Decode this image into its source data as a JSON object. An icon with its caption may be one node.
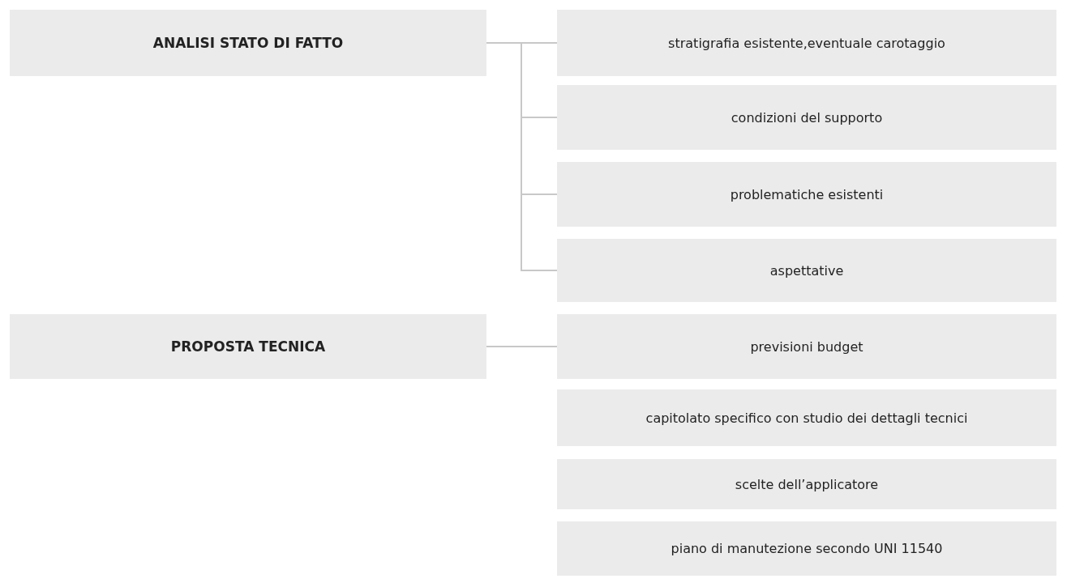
{
  "diagram": {
    "nodes": [
      {
        "text": [
          "ANALISI STATO DI FATTO"
        ]
      },
      {
        "text": [
          "stratigrafia esistente,eventuale carotaggio"
        ]
      },
      {
        "text": [
          "condizioni del supporto"
        ]
      },
      {
        "text": [
          "problematiche esistenti"
        ]
      },
      {
        "text": [
          "aspettative"
        ]
      },
      {
        "text": [
          "PROPOSTA TECNICA"
        ]
      },
      {
        "text": [
          "previsioni budget"
        ]
      },
      {
        "text": [
          "capitolato specifico con studio dei dettagli tecnici"
        ]
      },
      {
        "text": [
          "scelte dell’applicatore"
        ]
      },
      {
        "text": [
          "piano di manutezione secondo UNI 11540"
        ]
      }
    ],
    "edges": [
      {
        "from": 0,
        "to": 1,
        "arrow": "none"
      },
      {
        "from": 0,
        "to": 2,
        "arrow": "none"
      },
      {
        "from": 0,
        "to": 3,
        "arrow": "none"
      },
      {
        "from": 0,
        "to": 4,
        "arrow": "none"
      },
      {
        "from": 5,
        "to": 6,
        "arrow": "none"
      }
    ]
  }
}
